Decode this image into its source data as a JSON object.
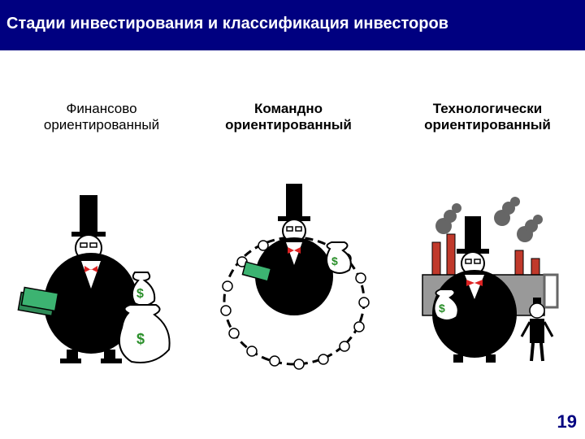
{
  "slide": {
    "title": "Стадии инвестирования и классификация инвесторов",
    "page_number": "19",
    "colors": {
      "title_bar": "#000080",
      "title_text": "#ffffff",
      "page_number": "#000080"
    }
  },
  "columns": [
    {
      "line1": "Финансово",
      "line2": "ориентированный",
      "bold": false,
      "money_symbols": [
        "$",
        "$"
      ]
    },
    {
      "line1": "Командно",
      "line2": "ориентированный",
      "bold": true,
      "money_symbols": [
        "$"
      ]
    },
    {
      "line1": "Технологически",
      "line2": "ориентированный",
      "bold": true,
      "money_symbols": [
        "$"
      ]
    }
  ],
  "illustrations": [
    {
      "name": "fat-investor-with-money-bags",
      "icon": "investor-money-bags-icon"
    },
    {
      "name": "investor-with-team-circle",
      "icon": "investor-team-circle-icon"
    },
    {
      "name": "investor-with-factory",
      "icon": "investor-factory-icon"
    }
  ]
}
